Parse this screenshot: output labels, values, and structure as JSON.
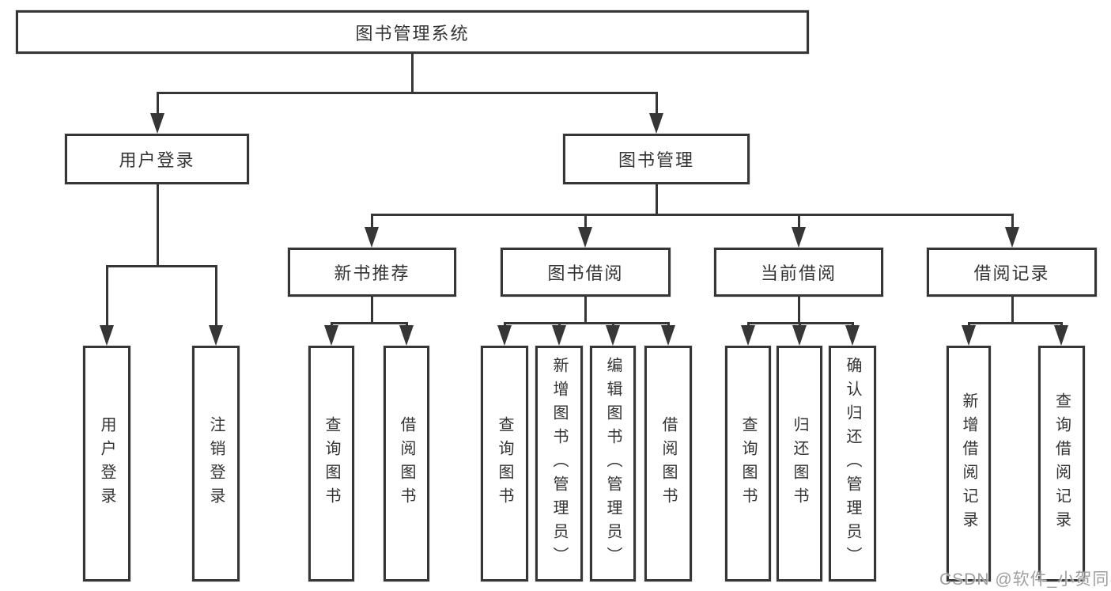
{
  "tree": {
    "root": {
      "label": "图书管理系统",
      "children": [
        {
          "label": "用户登录",
          "children": [
            {
              "label": "用户登录"
            },
            {
              "label": "注销登录"
            }
          ]
        },
        {
          "label": "图书管理",
          "children": [
            {
              "label": "新书推荐",
              "children": [
                {
                  "label": "查询图书"
                },
                {
                  "label": "借阅图书"
                }
              ]
            },
            {
              "label": "图书借阅",
              "children": [
                {
                  "label": "查询图书"
                },
                {
                  "label": "新增图书（管理员）"
                },
                {
                  "label": "编辑图书（管理员）"
                },
                {
                  "label": "借阅图书"
                }
              ]
            },
            {
              "label": "当前借阅",
              "children": [
                {
                  "label": "查询图书"
                },
                {
                  "label": "归还图书"
                },
                {
                  "label": "确认归还（管理员）"
                }
              ]
            },
            {
              "label": "借阅记录",
              "children": [
                {
                  "label": "新增借阅记录"
                },
                {
                  "label": "查询借阅记录"
                }
              ]
            }
          ]
        }
      ]
    }
  },
  "watermark": {
    "text": "CSDN @软件_小贺同学"
  },
  "colors": {
    "stroke": "#363636",
    "text": "#333333",
    "background": "#ffffff",
    "watermark": "#878787"
  }
}
